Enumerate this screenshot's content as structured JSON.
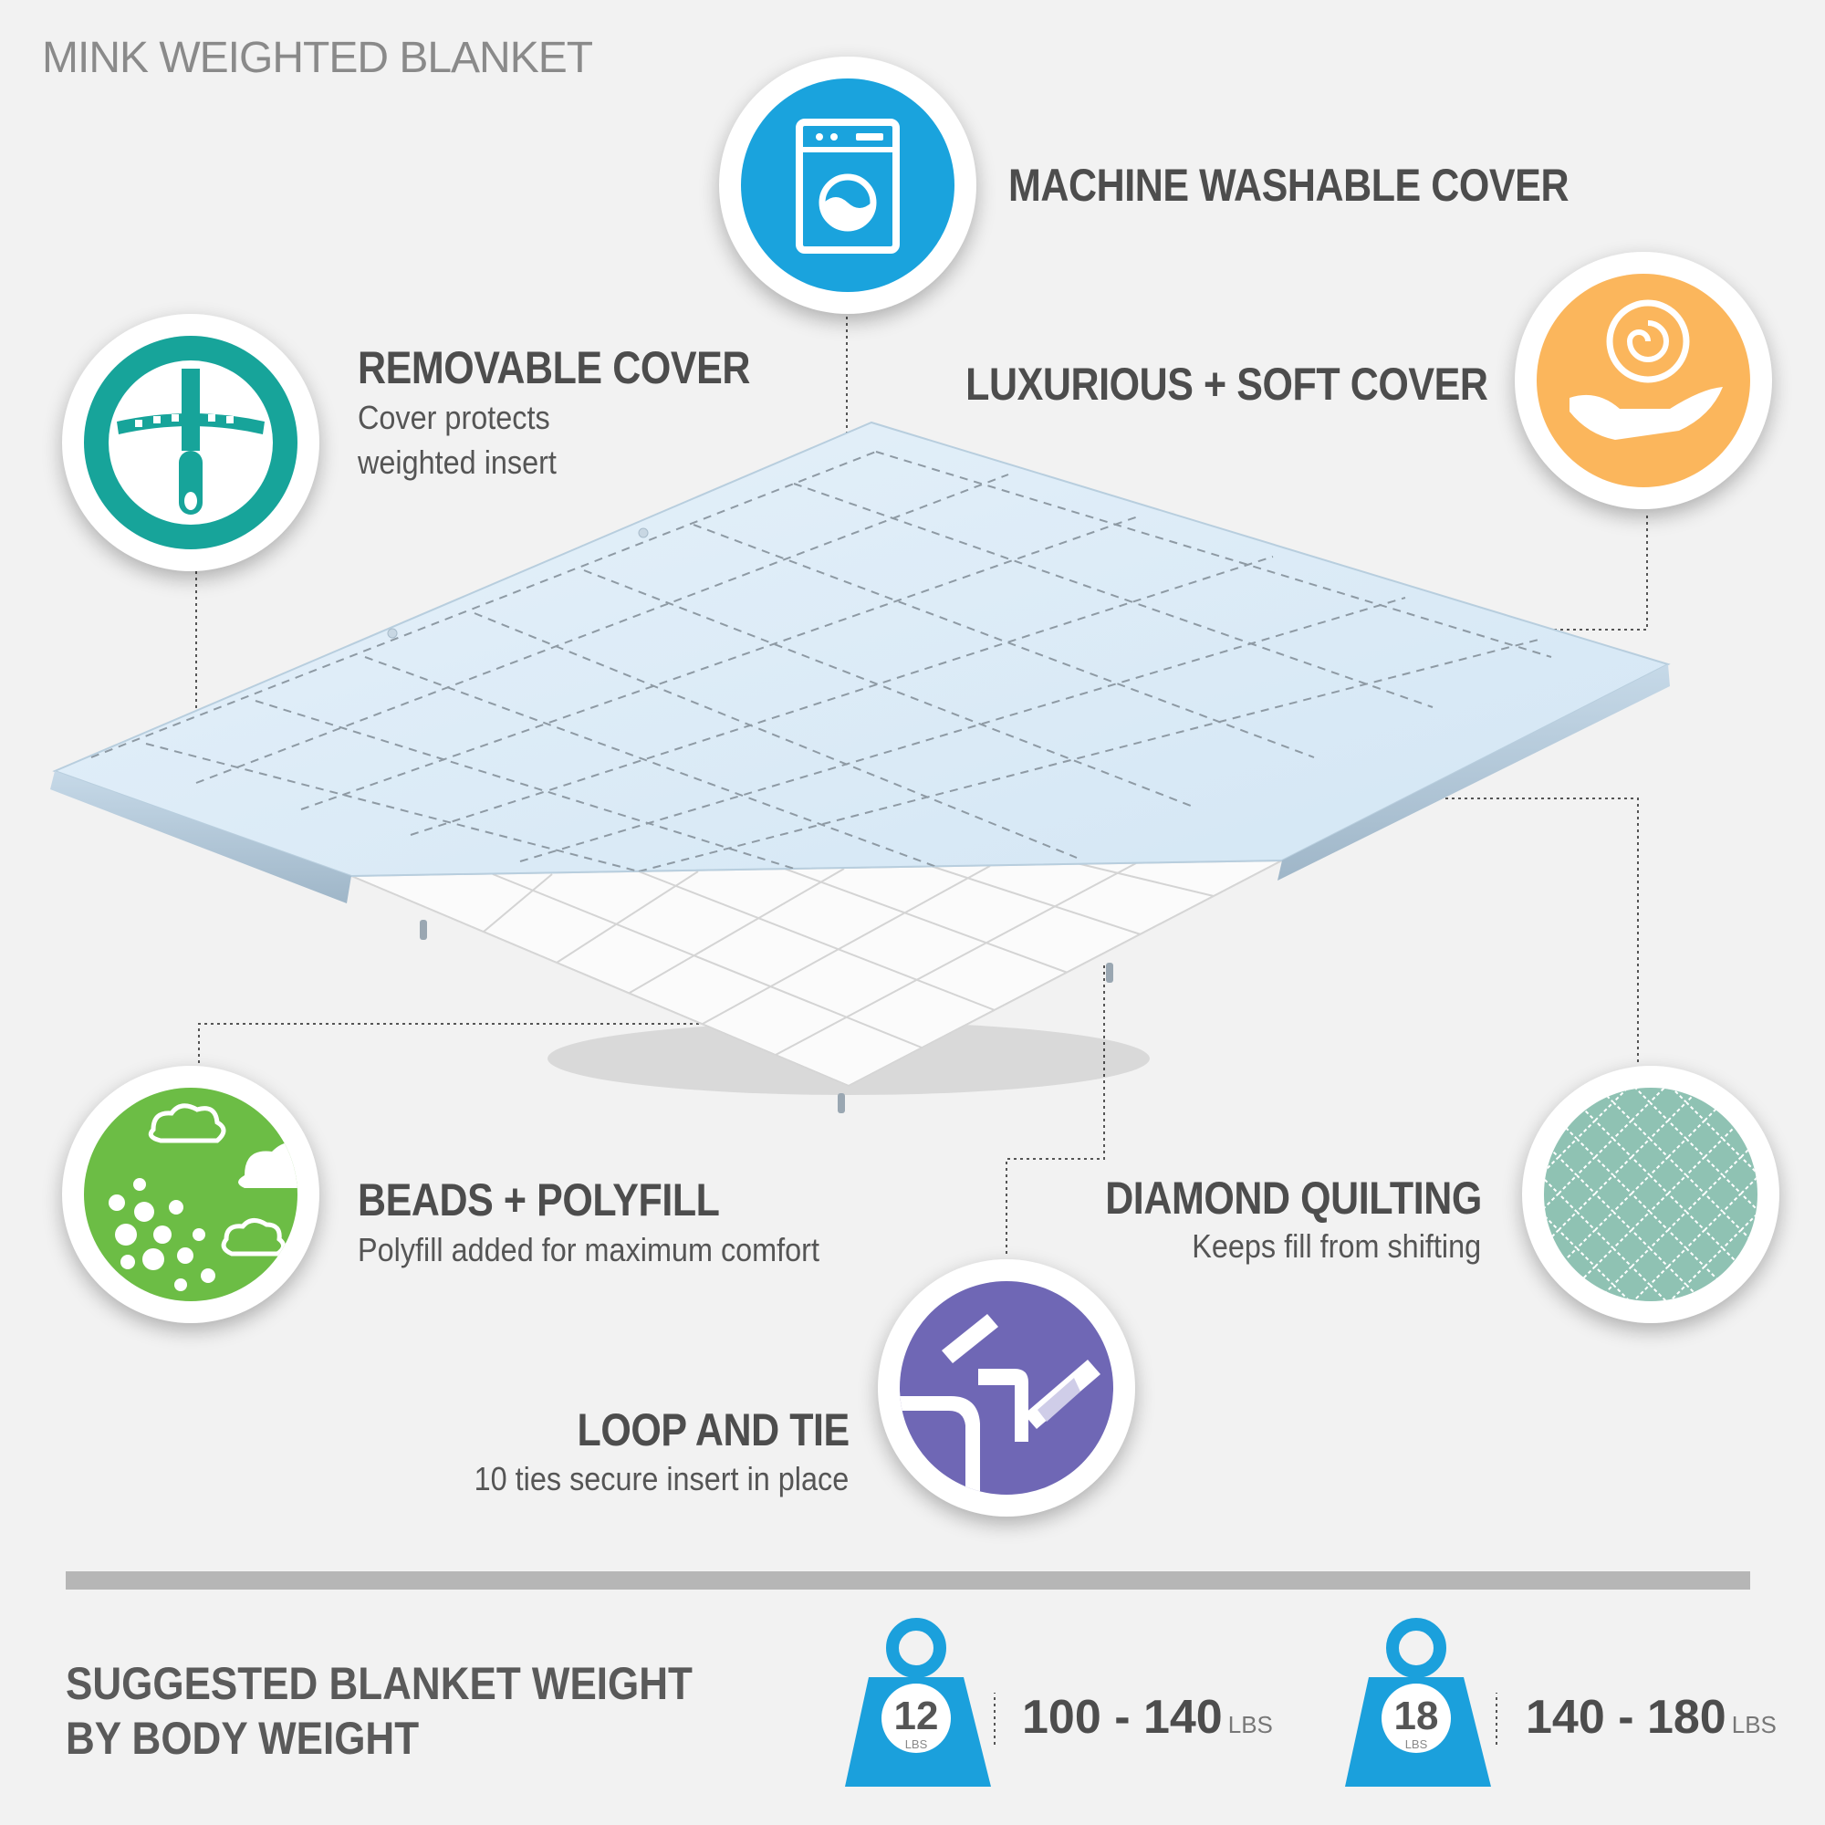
{
  "page_title": "MINK WEIGHTED BLANKET",
  "features": {
    "machine_washable": {
      "title": "MACHINE WASHABLE COVER",
      "icon": "washing-machine-icon",
      "color": "#1aa3dd"
    },
    "removable": {
      "title": "REMOVABLE COVER",
      "subtitle_line1": "Cover protects",
      "subtitle_line2": "weighted insert",
      "icon": "zipper-icon",
      "color": "#17a49a"
    },
    "luxurious": {
      "title": "LUXURIOUS + SOFT COVER",
      "icon": "soft-hand-icon",
      "color": "#fbb65c"
    },
    "beads": {
      "title": "BEADS + POLYFILL",
      "subtitle": "Polyfill added for maximum comfort",
      "icon": "beads-clouds-icon",
      "color": "#6cbd45"
    },
    "diamond": {
      "title": "DIAMOND QUILTING",
      "subtitle": "Keeps fill from shifting",
      "icon": "diamond-pattern-icon",
      "color": "#8fc2b3"
    },
    "loop": {
      "title": "LOOP AND TIE",
      "subtitle": "10 ties secure insert in place",
      "icon": "loop-tie-icon",
      "color": "#6f67b5"
    }
  },
  "suggestion": {
    "line1": "SUGGESTED BLANKET WEIGHT",
    "line2": "BY BODY WEIGHT",
    "weights": [
      {
        "value": "12",
        "unit": "LBS",
        "range": "100 - 140",
        "range_unit": "LBS"
      },
      {
        "value": "18",
        "unit": "LBS",
        "range": "140 - 180",
        "range_unit": "LBS"
      }
    ],
    "weight_color": "#1ba0dc"
  }
}
